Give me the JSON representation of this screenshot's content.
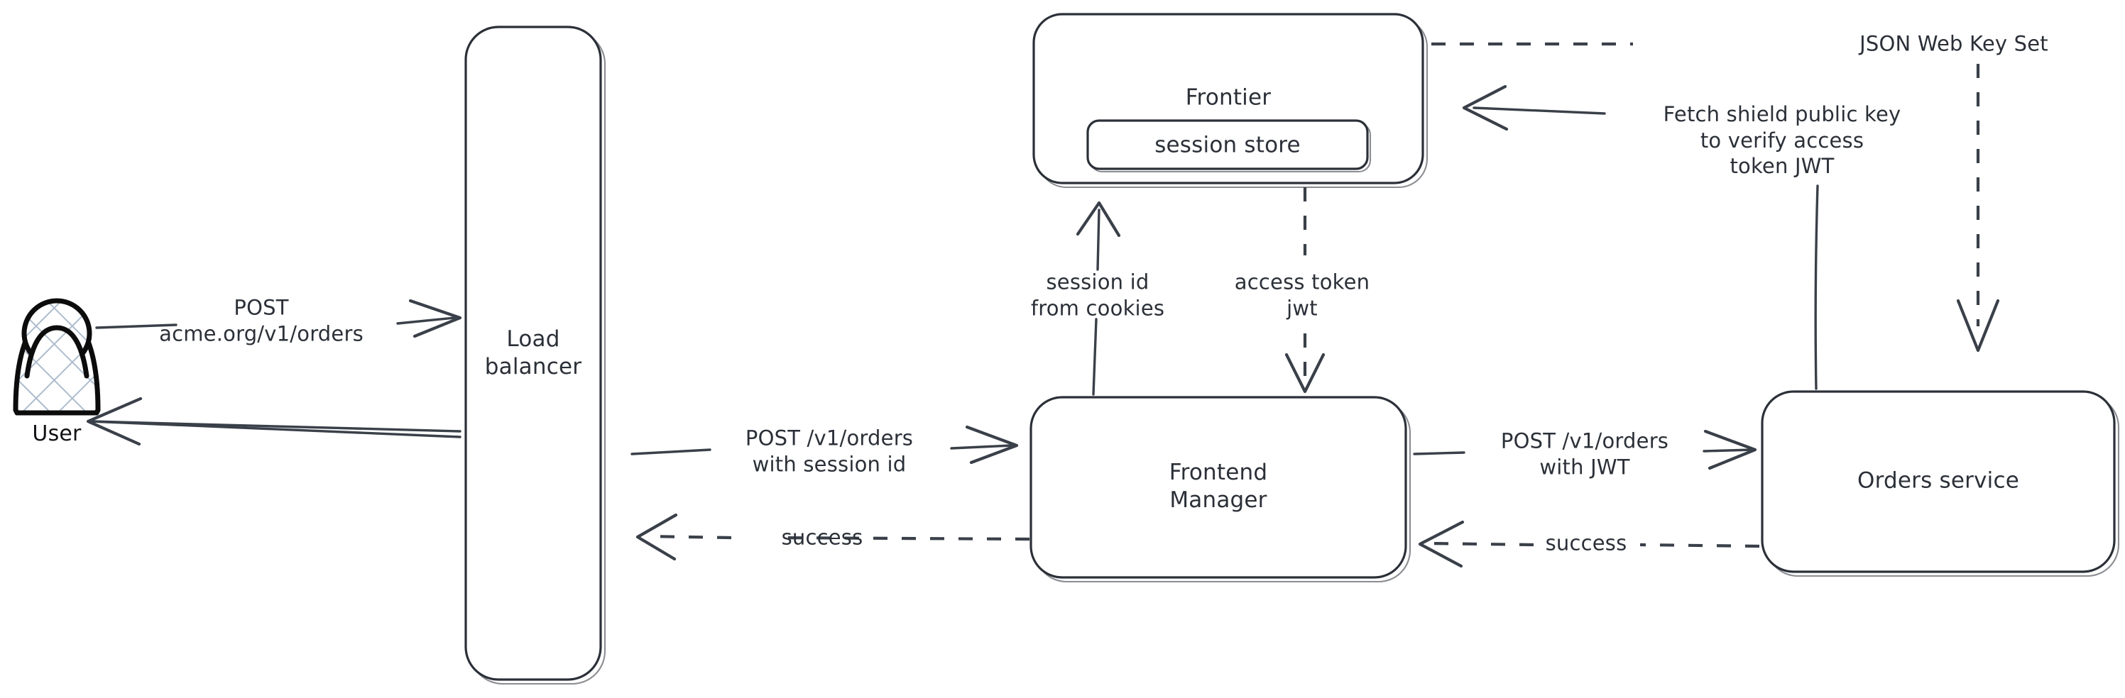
{
  "diagram": {
    "title": "Order request authentication flow",
    "style": "hand-drawn whiteboard sketch",
    "background_color": "#ffffff",
    "stroke_color": "#2b3038",
    "edge_color": "#3a4049",
    "hatch_color": "#aebccd"
  },
  "actors": {
    "user": {
      "label": "User",
      "icon": "person-actor-icon"
    }
  },
  "nodes": {
    "load_balancer": {
      "label": "Load\nbalancer"
    },
    "frontier": {
      "label": "Frontier"
    },
    "session_store": {
      "label": "session store"
    },
    "frontend_manager": {
      "label": "Frontend\nManager"
    },
    "orders_service": {
      "label": "Orders service"
    }
  },
  "edges": {
    "user_to_lb": {
      "label": "POST\nacme.org/v1/orders",
      "style": "solid",
      "direction": "right"
    },
    "lb_to_user": {
      "label": "",
      "style": "solid",
      "direction": "left"
    },
    "lb_to_fm": {
      "label": "POST /v1/orders\nwith session id",
      "style": "solid",
      "direction": "right"
    },
    "fm_to_lb": {
      "label": "success",
      "style": "dashed",
      "direction": "left"
    },
    "fm_to_frontier": {
      "label": "session id\nfrom cookies",
      "style": "solid",
      "direction": "up"
    },
    "frontier_to_fm": {
      "label": "access token\njwt",
      "style": "dashed",
      "direction": "down"
    },
    "fm_to_orders": {
      "label": "POST /v1/orders\nwith JWT",
      "style": "solid",
      "direction": "right"
    },
    "orders_to_fm": {
      "label": "success",
      "style": "dashed",
      "direction": "left"
    },
    "orders_to_frontier": {
      "label": "Fetch shield public key\nto verify access\ntoken JWT",
      "style": "solid",
      "direction": "left"
    },
    "frontier_to_orders": {
      "label": "JSON Web Key Set",
      "style": "dashed",
      "direction": "down"
    }
  }
}
